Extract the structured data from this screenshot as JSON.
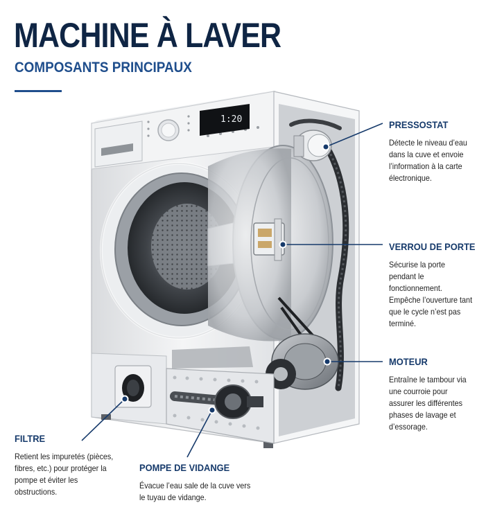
{
  "header": {
    "title": "MACHINE À LAVER",
    "subtitle": "COMPOSANTS PRINCIPAUX"
  },
  "machine": {
    "display_readout": "1:20"
  },
  "components": {
    "pressostat": {
      "name": "PRESSOSTAT",
      "description": "Détecte le niveau d’eau dans la cuve et envoie l’information à la carte électronique."
    },
    "verrou": {
      "name": "VERROU DE PORTE",
      "description": "Sécurise la porte pendant le fonctionnement. Empêche l’ouverture tant que le cycle n’est pas terminé."
    },
    "moteur": {
      "name": "MOTEUR",
      "description": "Entraîne le tambour via une courroie pour assurer les différentes phases de lavage et d’essorage."
    },
    "filtre": {
      "name": "FILTRE",
      "description": "Retient les impuretés (pièces, fibres, etc.) pour protéger la pompe et éviter les obstructions."
    },
    "pompe": {
      "name": "POMPE DE VIDANGE",
      "description": "Évacue l’eau sale de la cuve vers le tuyau de vidange."
    }
  },
  "colors": {
    "title": "#0f2544",
    "accent": "#1f4e8c",
    "leader": "#163a6b"
  }
}
